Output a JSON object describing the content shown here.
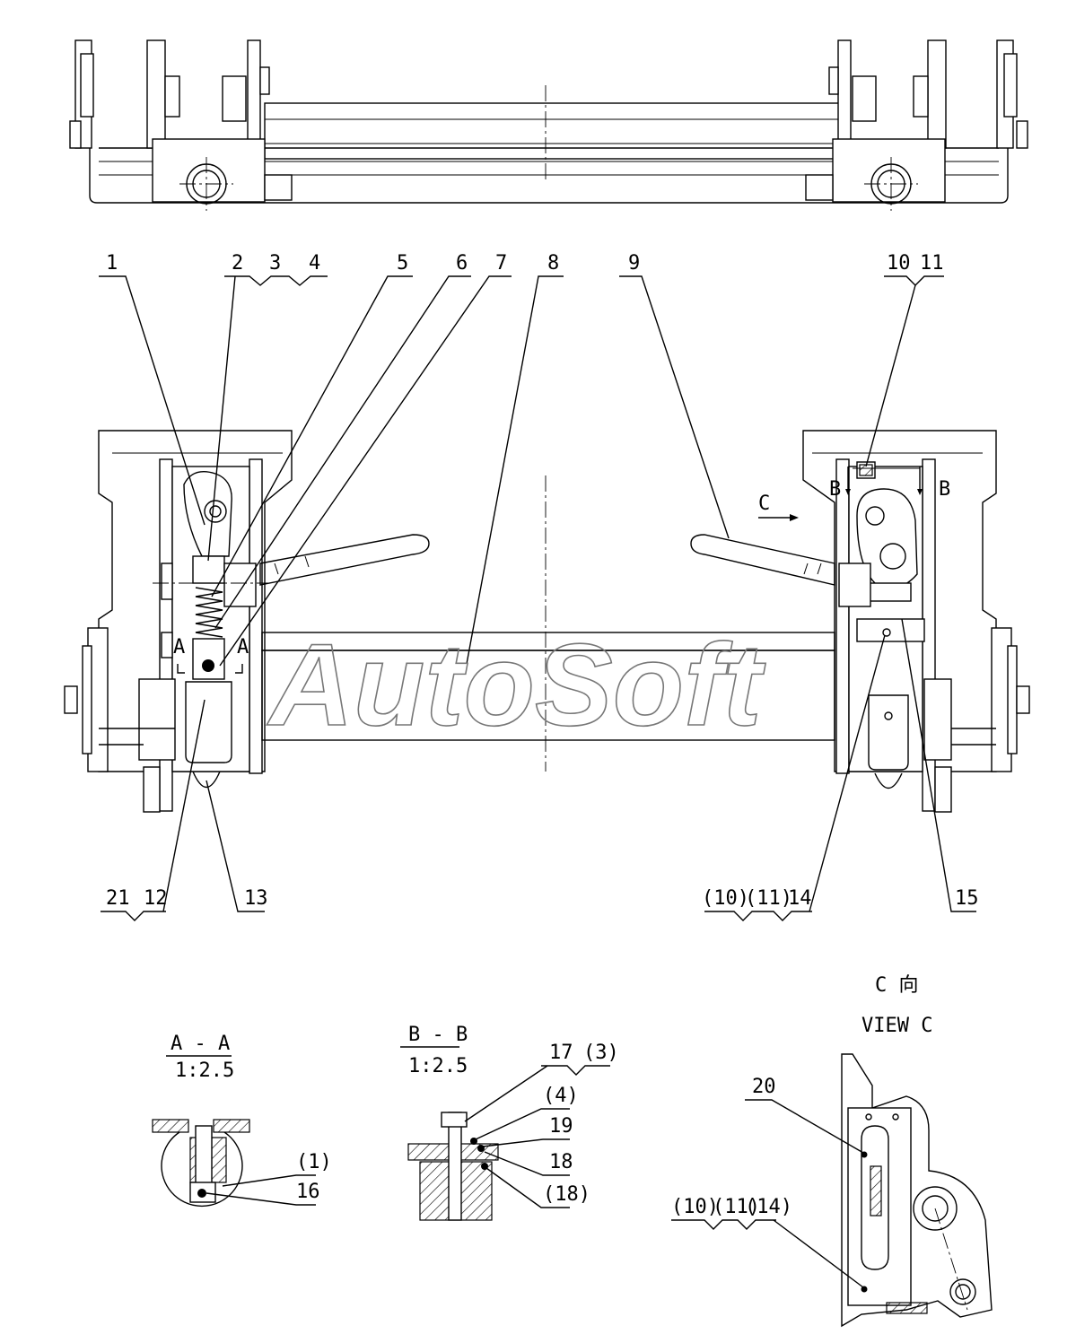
{
  "watermark": "AutoSoft",
  "callouts": {
    "c1": "1",
    "c2": "2",
    "c3": "3",
    "c4": "4",
    "c5": "5",
    "c6": "6",
    "c7": "7",
    "c8": "8",
    "c9": "9",
    "c10": "10",
    "c11": "11",
    "c21": "21",
    "c12": "12",
    "c13": "13",
    "cp10": "(10)",
    "cp11": "(11)",
    "c14": "14",
    "c15": "15"
  },
  "section_marks": {
    "a_left": "A",
    "a_right": "A",
    "b_left": "B",
    "b_right": "B",
    "c_arrow": "C"
  },
  "section_aa": {
    "title": "A - A",
    "scale": "1:2.5",
    "labels": {
      "p1": "(1)",
      "p16": "16"
    }
  },
  "section_bb": {
    "title": "B - B",
    "scale": "1:2.5",
    "labels": {
      "p17": "17",
      "p3": "(3)",
      "p4": "(4)",
      "p19": "19",
      "p18": "18",
      "p18b": "(18)"
    }
  },
  "view_c": {
    "title_cn": "C 向",
    "title_en": "VIEW C",
    "labels": {
      "p20": "20",
      "p10": "(10)",
      "p11": "(11)",
      "p14": "(14)"
    }
  }
}
